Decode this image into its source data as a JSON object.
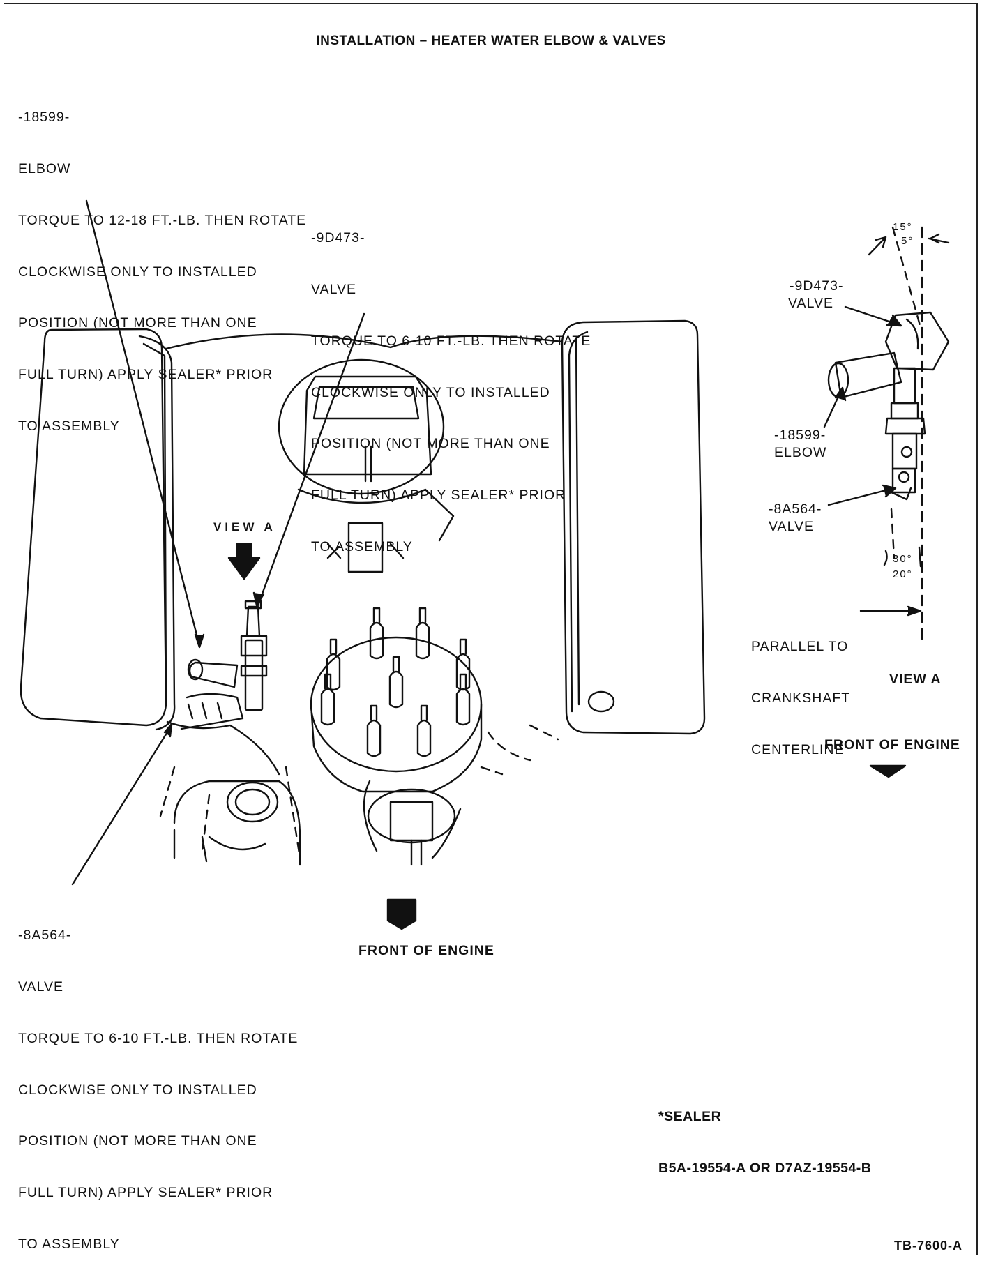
{
  "title": "INSTALLATION – HEATER WATER ELBOW & VALVES",
  "callout_elbow": {
    "part": "-18599-",
    "name": "ELBOW",
    "lines": [
      "TORQUE TO 12-18 FT.-LB. THEN ROTATE",
      "CLOCKWISE ONLY TO INSTALLED",
      "POSITION (NOT MORE THAN ONE",
      "FULL TURN) APPLY SEALER* PRIOR",
      "TO ASSEMBLY"
    ]
  },
  "callout_valve_9d473": {
    "part": "-9D473-",
    "name": "VALVE",
    "lines": [
      "TORQUE TO 6-10 FT.-LB. THEN ROTATE",
      "CLOCKWISE ONLY TO INSTALLED",
      "POSITION (NOT MORE THAN ONE",
      "FULL TURN) APPLY SEALER* PRIOR",
      "TO ASSEMBLY"
    ]
  },
  "callout_valve_8a564": {
    "part": "-8A564-",
    "name": "VALVE",
    "lines": [
      "TORQUE TO 6-10 FT.-LB. THEN ROTATE",
      "CLOCKWISE ONLY TO INSTALLED",
      "POSITION (NOT MORE THAN ONE",
      "FULL TURN) APPLY SEALER* PRIOR",
      "TO ASSEMBLY"
    ]
  },
  "view_a_marker": "VIEW A",
  "front_of_engine_main": "FRONT OF ENGINE",
  "view_a_detail": {
    "valve_top_part": "-9D473-",
    "valve_top_name": "VALVE",
    "elbow_part": "-18599-",
    "elbow_name": "ELBOW",
    "valve_bottom_part": "-8A564-",
    "valve_bottom_name": "VALVE",
    "angle_top_max": "15°",
    "angle_top_min": "5°",
    "angle_bottom_max": "30°",
    "angle_bottom_min": "20°",
    "parallel_lines": [
      "PARALLEL TO",
      "CRANKSHAFT",
      "CENTERLINE"
    ],
    "caption": "VIEW A",
    "front_of_engine": "FRONT OF ENGINE"
  },
  "sealer": {
    "heading": "*SEALER",
    "spec": "B5A-19554-A OR D7AZ-19554-B"
  },
  "figure_id": "TB-7600-A"
}
